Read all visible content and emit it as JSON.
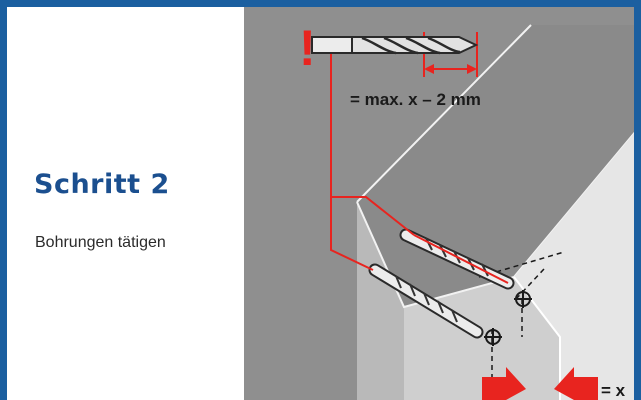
{
  "step": {
    "title": "Schritt 2",
    "subtitle": "Bohrungen tätigen"
  },
  "illustration": {
    "warning_mark": "!",
    "depth_formula": "= max. x – 2 mm",
    "offset_label": "= x"
  },
  "colors": {
    "frame_blue": "#1b5fa0",
    "title_blue": "#1b4f8f",
    "annotation_red": "#e8241f",
    "background_gray": "#8c8c8c"
  },
  "icons": [
    "exclamation-icon",
    "drill-bit-icon",
    "double-arrow-icon",
    "arrow-right-icon",
    "arrow-left-icon",
    "hole-marker-icon"
  ]
}
